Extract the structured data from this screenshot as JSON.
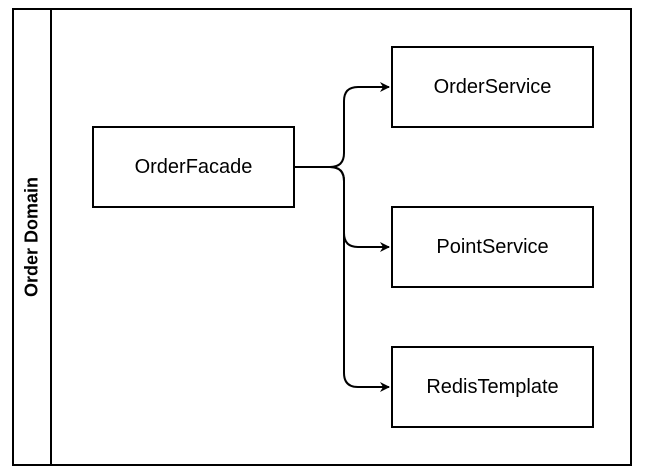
{
  "lane": {
    "title": "Order Domain"
  },
  "nodes": {
    "facade": "OrderFacade",
    "order_service": "OrderService",
    "point_service": "PointService",
    "redis_template": "RedisTemplate"
  },
  "edges": [
    {
      "from": "OrderFacade",
      "to": "OrderService"
    },
    {
      "from": "OrderFacade",
      "to": "PointService"
    },
    {
      "from": "OrderFacade",
      "to": "RedisTemplate"
    }
  ]
}
